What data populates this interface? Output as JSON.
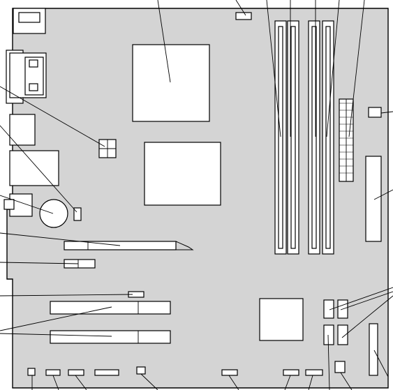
{
  "figure": {
    "kind": "motherboard-layout-line-drawing",
    "colors": {
      "board": "#d4d4d4",
      "outline": "#000000",
      "component": "#ffffff",
      "leader": "#000000"
    },
    "components": [
      "cpu-socket",
      "northbridge-chip",
      "southbridge-chip",
      "dimm-slot-1",
      "dimm-slot-2",
      "dimm-slot-3",
      "dimm-slot-4",
      "main-power-connector",
      "floppy-connector",
      "cmos-battery",
      "pcie-x16-slot",
      "pcie-x1-slot",
      "pci-slot-1",
      "pci-slot-2",
      "sata-connectors",
      "aux-power-connector",
      "rear-io-panel",
      "front-panel-headers"
    ]
  }
}
